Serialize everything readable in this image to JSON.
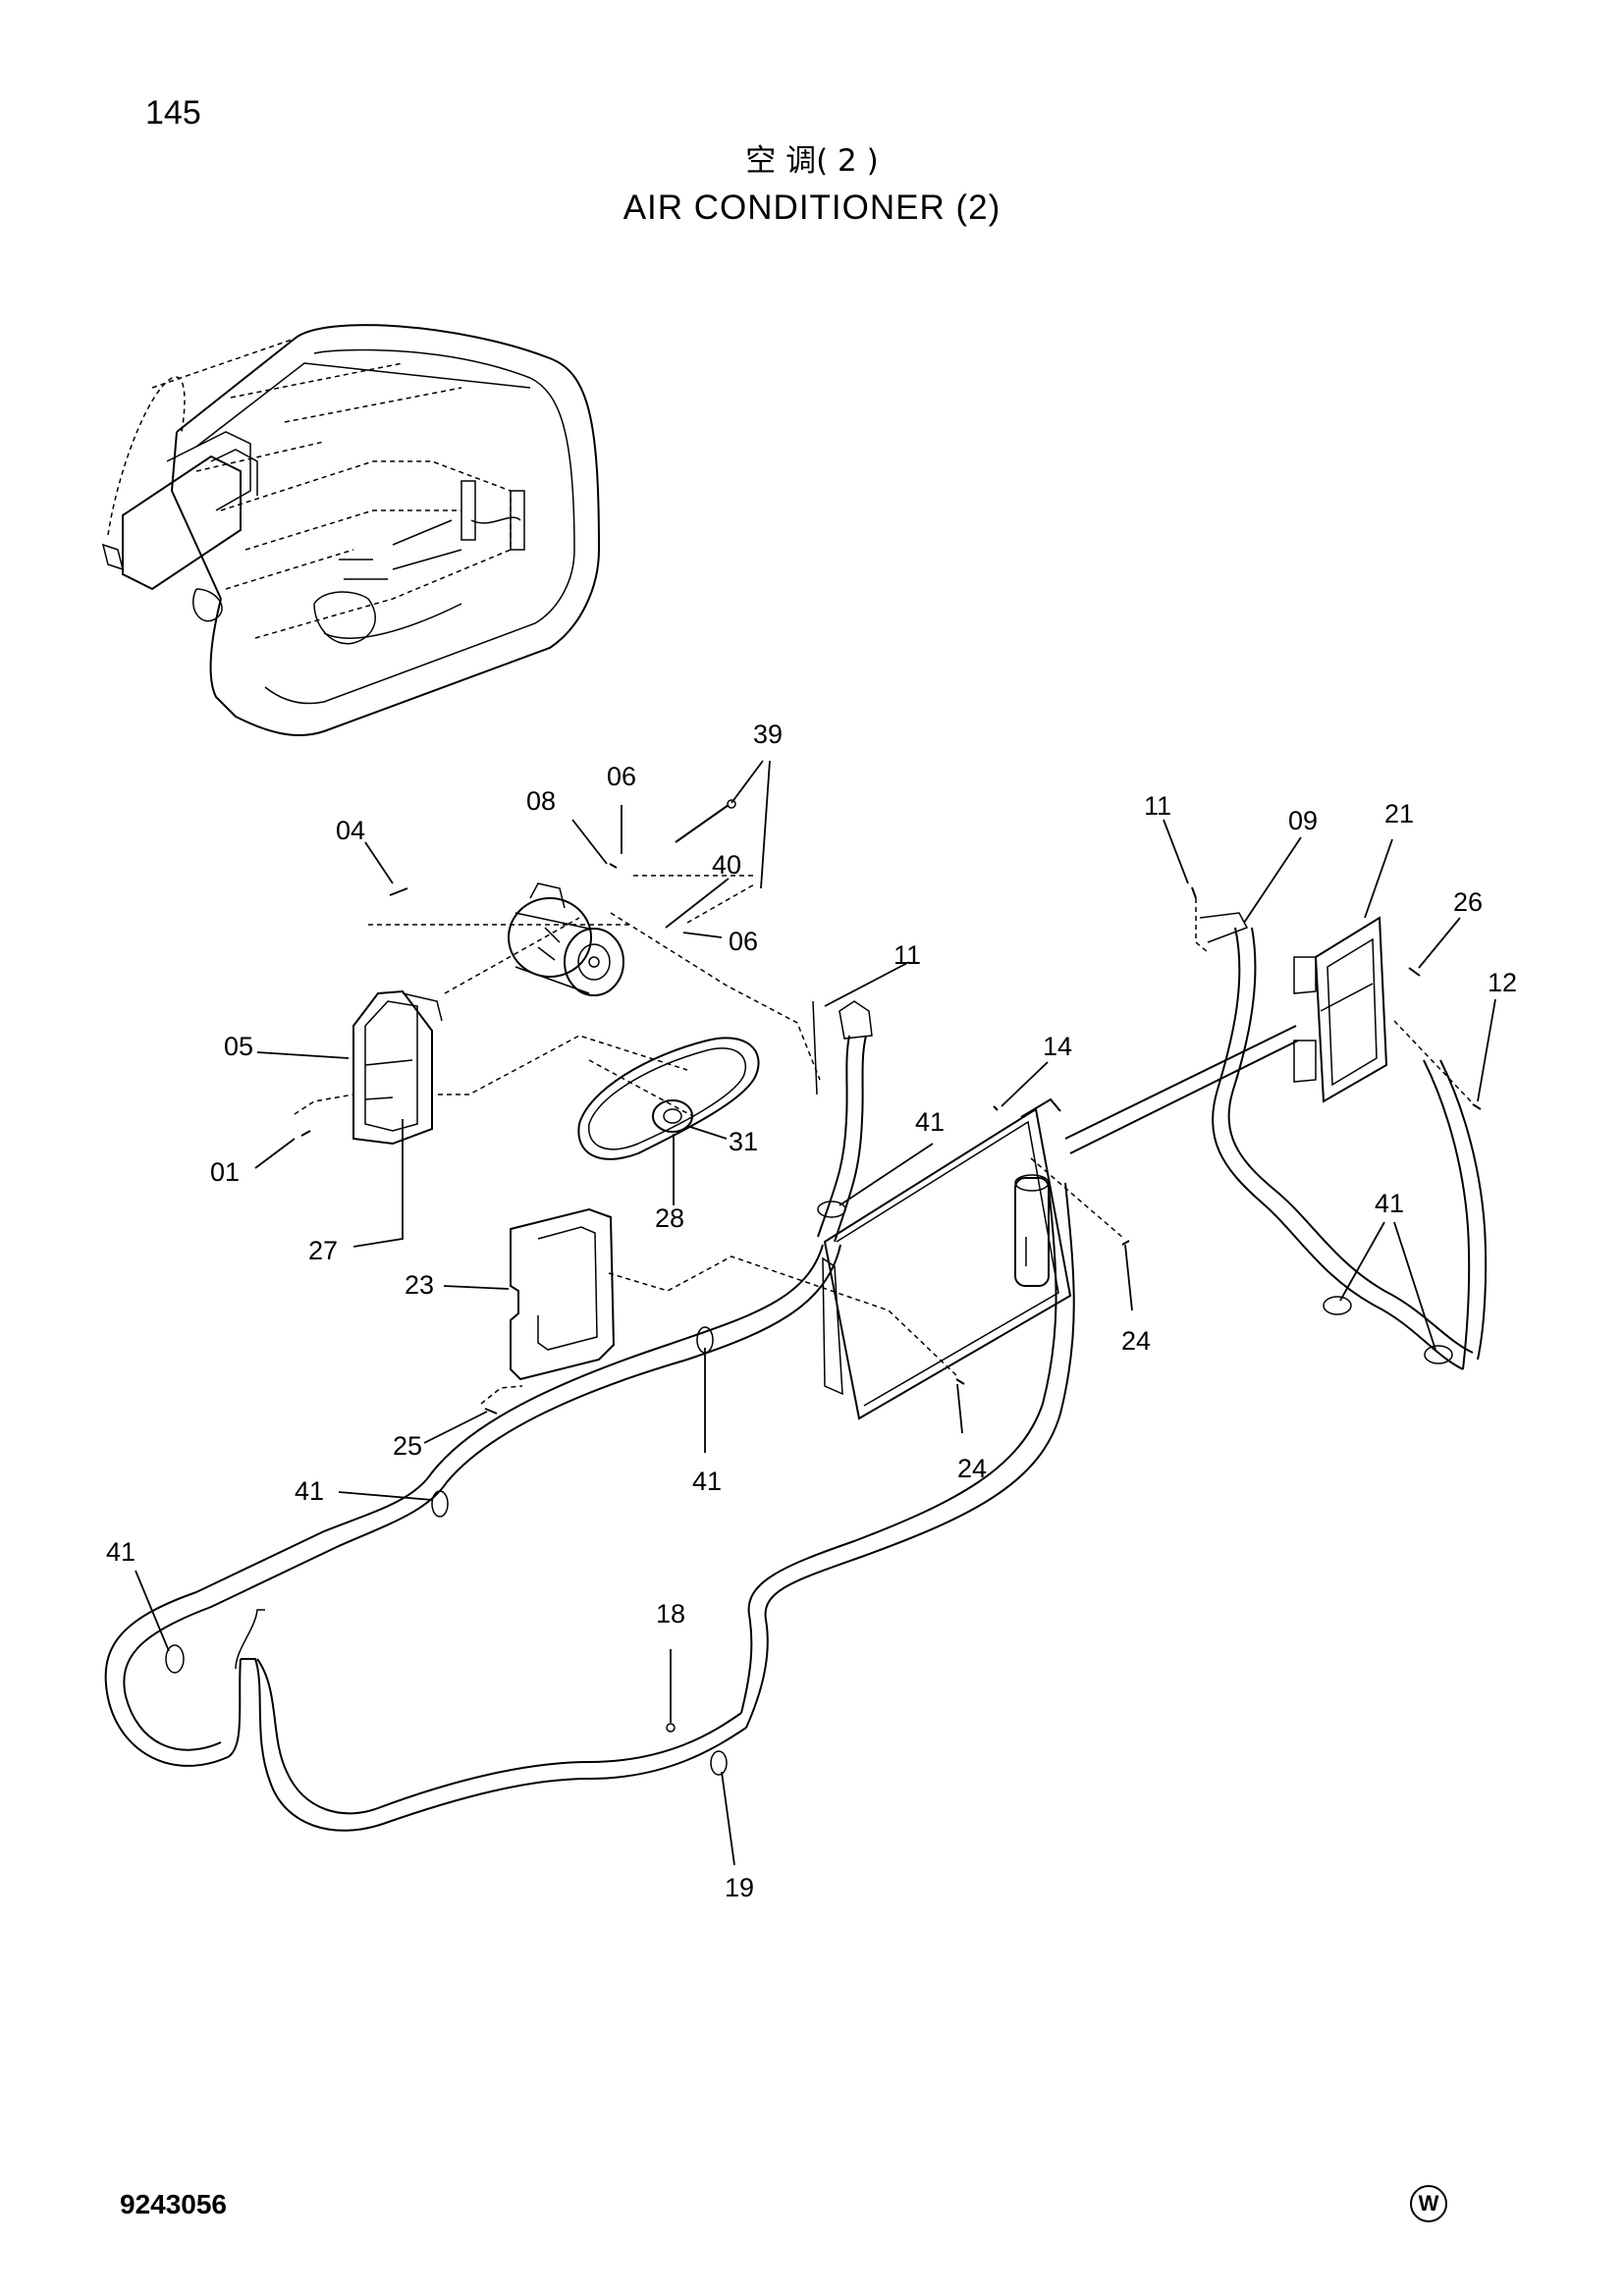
{
  "header": {
    "page_number": "145",
    "title_cn": "空 调( 2 )",
    "title_en": "AIR CONDITIONER (2)"
  },
  "footer": {
    "drawing_number": "9243056",
    "mark": "W"
  },
  "callouts": {
    "c39": "39",
    "c06a": "06",
    "c08": "08",
    "c04": "04",
    "c40": "40",
    "c06b": "06",
    "c05": "05",
    "c01": "01",
    "c11a": "11",
    "c31": "31",
    "c28": "28",
    "c27": "27",
    "c41a": "41",
    "c14": "14",
    "c23": "23",
    "c24a": "24",
    "c24b": "24",
    "c25": "25",
    "c41b": "41",
    "c41c": "41",
    "c41d": "41",
    "c11b": "11",
    "c09": "09",
    "c21": "21",
    "c26": "26",
    "c12": "12",
    "c41e": "41",
    "c18": "18",
    "c19": "19"
  }
}
